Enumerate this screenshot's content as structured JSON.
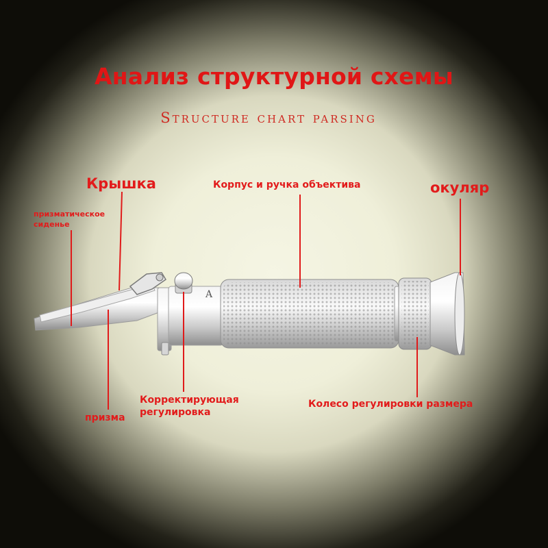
{
  "title": "Анализ структурной схемы",
  "subtitle": "Structure chart parsing",
  "labels": {
    "cover": "Крышка",
    "body_handle": "Корпус и ручка объектива",
    "eyepiece": "окуляр",
    "prism_seat": "призматическое сиденье",
    "prism": "призма",
    "correction": "Корректирующая регулировка",
    "size_wheel": "Колесо регулировки размера"
  },
  "device_marking": "A",
  "colors": {
    "label_red": "#e21b1b",
    "leader_red": "#e01a1a",
    "background": "#efefd9"
  }
}
